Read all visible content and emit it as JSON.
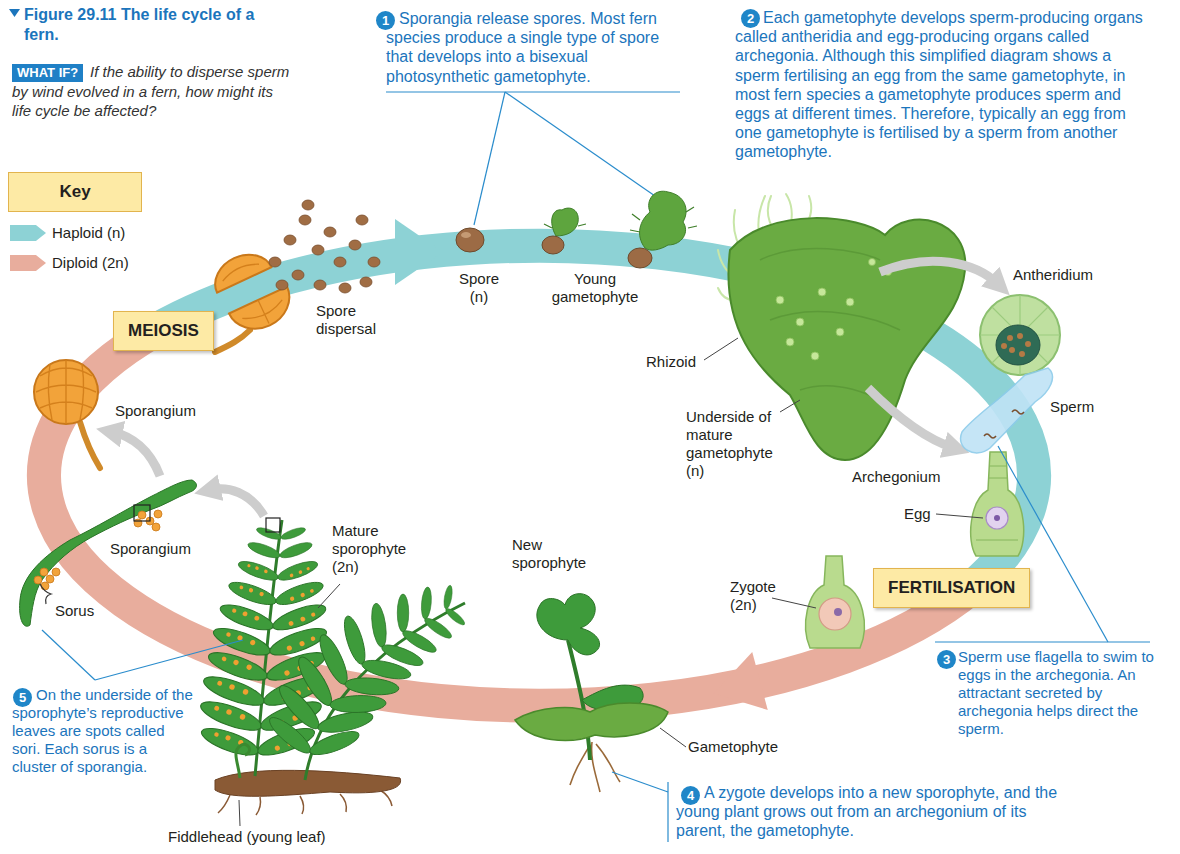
{
  "diagram": {
    "title": "Figure 29.11 The life cycle of a fern.",
    "nodes": [
      {
        "text": [
          "WHAT IF?"
        ]
      },
      {
        "text": [
          "Key"
        ]
      },
      {
        "text": [
          "MEIOSIS"
        ]
      },
      {
        "text": [
          "FERTILISATION"
        ]
      }
    ],
    "labels": [
      "If the ability to disperse sperm by wind evolved in a fern, how might its life cycle be affected?",
      "1",
      "Sporangia release spores. Most fern species produce a single type of spore that develops into a bisexual photosynthetic gametophyte.",
      "2",
      "Each gametophyte develops sperm-producing organs called antheridia and egg-producing organs called archegonia. Although this simplified diagram shows a sperm fertilising an egg from the same gametophyte, in most fern species a gametophyte produces sperm and eggs at different times. Therefore, typically an egg from one gametophyte is fertilised by a sperm from another gametophyte.",
      "Spore dispersal",
      "Spore (n)",
      "Young gametophyte",
      "Antheridium",
      "Rhizoid",
      "Sporangium",
      "Underside of mature gametophyte (n)",
      "Sperm",
      "Archegonium",
      "Egg",
      "Sporangium",
      "Mature sporophyte (2n)",
      "New sporophyte",
      "Zygote (2n)",
      "Sorus",
      "3",
      "Sperm use flagella to swim to eggs in the archegonia. An attractant secreted by archegonia helps direct the sperm.",
      "5",
      "On the underside of the sporophyte’s reproductive leaves are spots called sori. Each sorus is a cluster of sporangia.",
      "Gametophyte",
      "4",
      "A zygote develops into a new sporophyte, and the young plant grows out from an archegonium of its parent, the gametophyte.",
      "Fiddlehead (young leaf)"
    ],
    "legend": [
      {
        "text": "Haploid (n)",
        "color": "#8dd2d5"
      },
      {
        "text": "Diploid (2n)",
        "color": "#e8ad9d"
      }
    ]
  }
}
